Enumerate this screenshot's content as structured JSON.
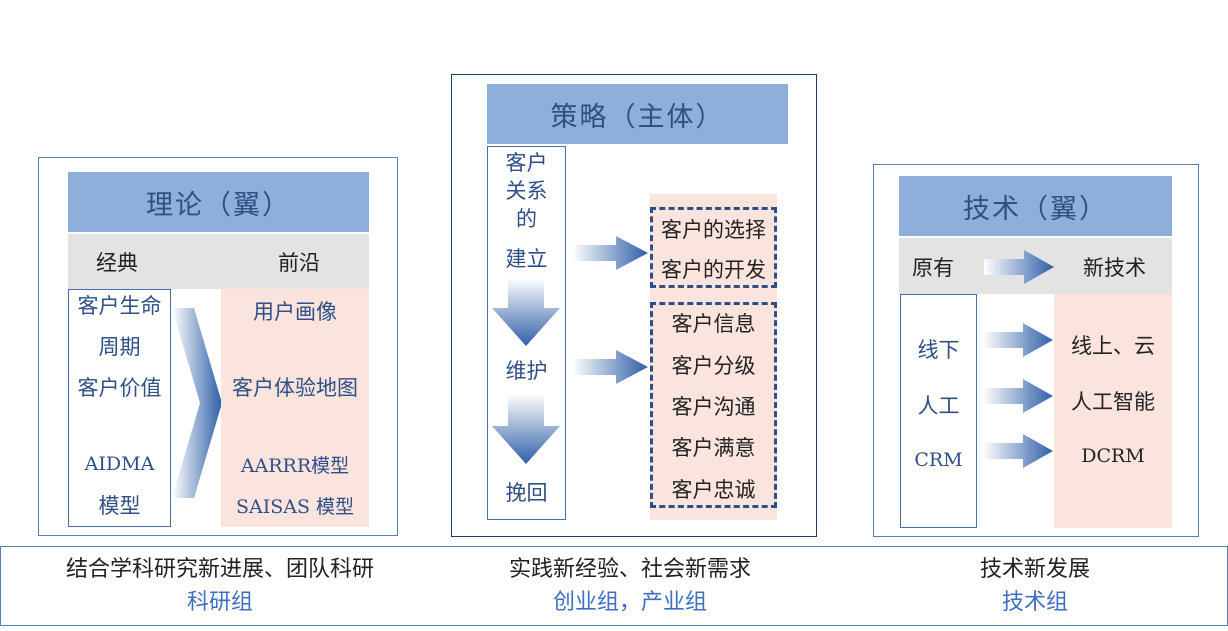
{
  "theory": {
    "title": "理论（翼）",
    "col_left": "经典",
    "col_right": "前沿",
    "left_items": [
      "客户生命",
      "周期",
      "客户价值",
      "AIDMA",
      "模型"
    ],
    "right_items": [
      "用户画像",
      "客户体验地图",
      "AARRR模型",
      "SAISAS 模型"
    ]
  },
  "strategy": {
    "title": "策略（主体）",
    "stages": [
      "客户",
      "关系",
      "的",
      "建立",
      "维护",
      "挽回"
    ],
    "group1": [
      "客户的选择",
      "客户的开发"
    ],
    "group2": [
      "客户信息",
      "客户分级",
      "客户沟通",
      "客户满意",
      "客户忠诚"
    ]
  },
  "tech": {
    "title": "技术（翼）",
    "col_left": "原有",
    "col_right": "新技术",
    "left_items": [
      "线下",
      "人工",
      "CRM"
    ],
    "right_items": [
      "线上、云",
      "人工智能",
      "DCRM"
    ]
  },
  "captions": {
    "c1_line1": "结合学科研究新进展、团队科研",
    "c1_line2": "科研组",
    "c2_line1": "实践新经验、社会新需求",
    "c2_line2": "创业组，产业组",
    "c3_line1": "技术新发展",
    "c3_line2": "技术组"
  }
}
